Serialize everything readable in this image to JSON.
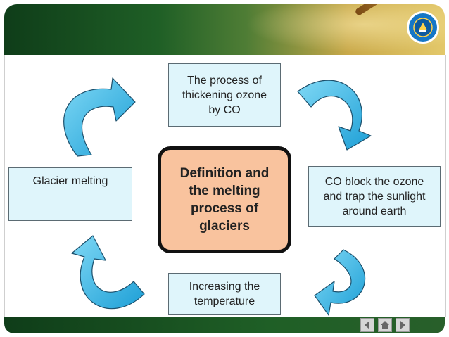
{
  "diagram": {
    "center": "Definition and\nthe melting\nprocess of\nglaciers",
    "steps": [
      "The process of\nthickening ozone\nby CO",
      "CO block the ozone\nand trap the sunlight\naround earth",
      "Increasing the\ntemperature",
      "Glacier melting"
    ]
  },
  "colors": {
    "box_fill": "#dff5fb",
    "center_fill": "#f9c39e",
    "arrow": "#2bb5e8",
    "header_green": "#1f5f26"
  },
  "icons": {
    "logo": "institution-logo",
    "prev": "arrow-left-icon",
    "home": "home-icon",
    "next": "arrow-right-icon"
  }
}
